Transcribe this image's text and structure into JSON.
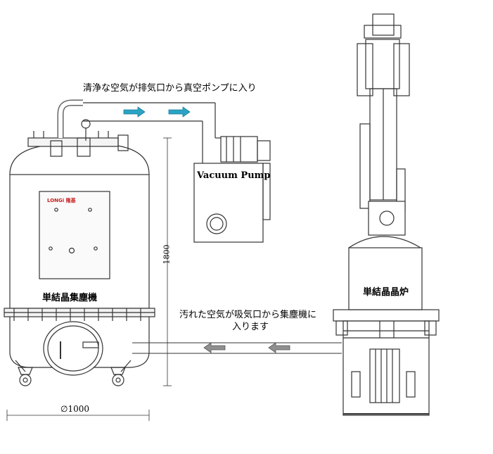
{
  "labels": {
    "top_caption": "清浄な空気が排気口から真空ポンプに入り",
    "vacuum_pump": "Vacuum Pump",
    "dust_collector": "単結晶集塵機",
    "furnace": "単結晶晶炉",
    "bottom_caption_line1": "汚れた空気が吸気口から集塵機に",
    "bottom_caption_line2": "入ります",
    "height_dimension": "1800",
    "diameter_dimension": "∅1000",
    "brand": "LONGi 隆基"
  },
  "colors": {
    "flow_arrow": "#2aa3c4",
    "return_arrow": "#7f7f7f",
    "line": "#333333",
    "brand_red": "#c81e1e"
  }
}
